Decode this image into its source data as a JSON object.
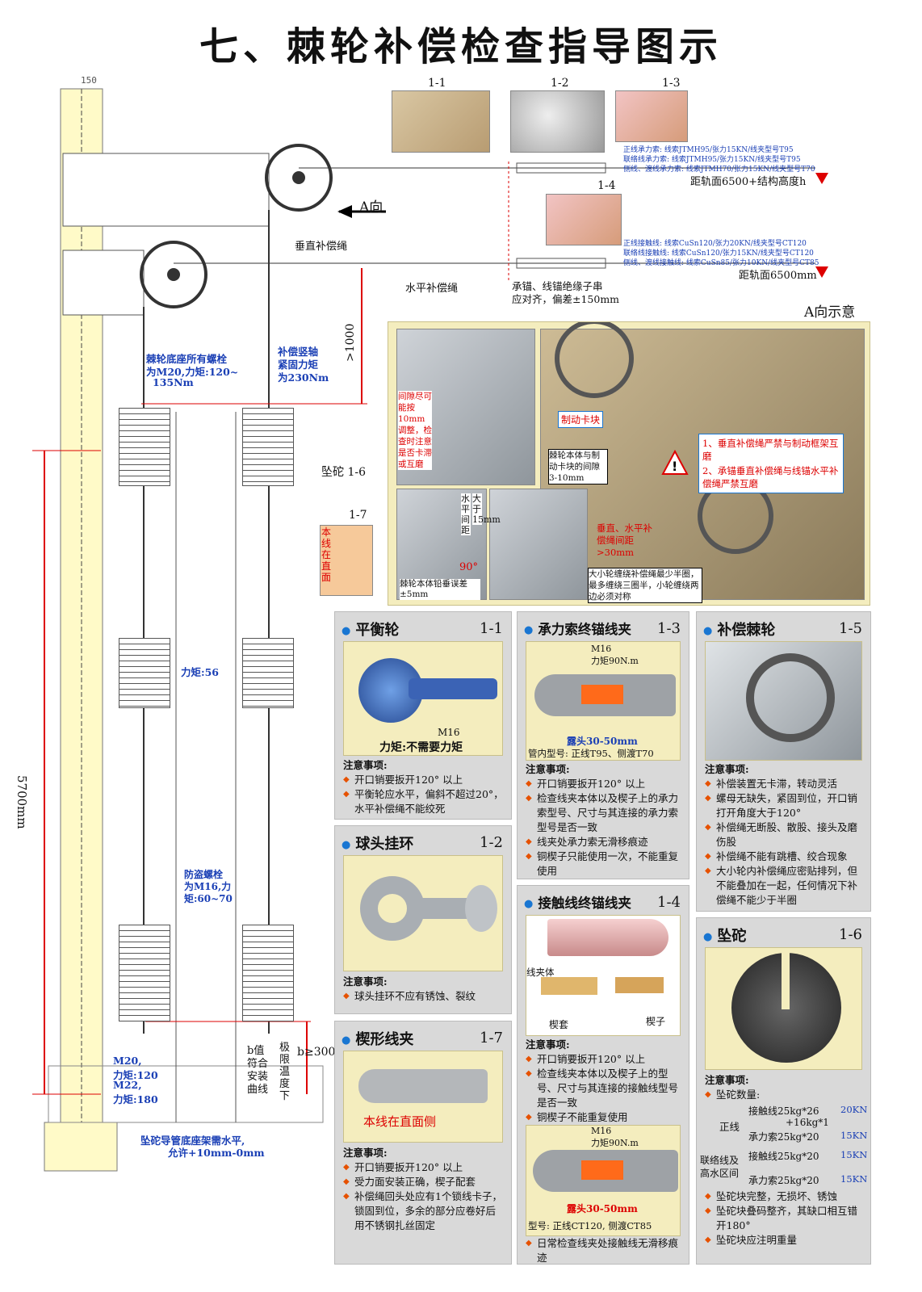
{
  "title": "七、棘轮补偿检查指导图示",
  "drawing": {
    "dim_150": "150",
    "direction_a": "A向",
    "vertical_rope": "垂直补偿绳",
    "horizontal_rope": "水平补偿绳",
    "dist_top": "距轨面6500+结构高度h",
    "dist_bottom": "距轨面6500mm",
    "insulator_note_line1": "承锚、线锚绝缘子串",
    "insulator_note_line2": "应对齐，偏差±150mm",
    "view_a": "A向示意",
    "dim_1000": ">1000",
    "base_bolts_line1": "棘轮底座所有螺栓",
    "base_bolts_line2": "为M20,力矩:120~",
    "base_bolts_line3": "135Nm",
    "shaft_line1": "补偿竖轴",
    "shaft_line2": "紧固力矩",
    "shaft_line3": "为230Nm",
    "weight_label": "坠砣 1-6",
    "torque_56": "力矩:56",
    "anti_theft_line1": "防盗螺栓",
    "anti_theft_line2": "为M16,力",
    "anti_theft_line3": "矩:60~70",
    "dim_5700": "5700mm",
    "m20_line1": "M20,",
    "m20_line2": "力矩:120",
    "m22_line1": "M22,",
    "m22_line2": "力矩:180",
    "b_value_line1": "b值",
    "b_value_line2": "符合",
    "b_value_line3": "安装",
    "b_value_line4": "曲线",
    "extreme_temp": "极限温度下",
    "b_dim": "b≥300",
    "guide_pipe_line1": "坠砣导管底座架需水平,",
    "guide_pipe_line2": "允许+10mm-0mm",
    "label_1_7_note": "本线在直面",
    "label_1_1": "1-1",
    "label_1_2": "1-2",
    "label_1_3": "1-3",
    "label_1_4": "1-4",
    "label_1_7": "1-7",
    "cable_top_line1": "正线承力索: 线索JTMH95/张力15KN/线夹型号T95",
    "cable_top_line2": "联络线承力索: 线索JTMH95/张力15KN/线夹型号T95",
    "cable_top_line3": "侧线、渡线承力索: 线索JTMH70/张力15KN/线夹型号T70",
    "cable_bot_line1": "正线接触线: 线索CuSn120/张力20KN/线夹型号CT120",
    "cable_bot_line2": "联络线接触线: 线索CuSn120/张力15KN/线夹型号CT120",
    "cable_bot_line3": "侧线、渡线接触线: 线索CuSn85/张力10KN/线夹型号CT85"
  },
  "a_view": {
    "gap_note": "间隙尽可能按10mm调整，检查时注意是否卡滞或互磨",
    "brake_block": "制动卡块",
    "body_gap": "棘轮本体与制动卡块的间隙3-10mm",
    "warn1": "1、垂直补偿绳严禁与制动框架互磨",
    "warn2": "2、承锚垂直补偿绳与线锚水平补偿绳严禁互磨",
    "horiz_gap_line1": "水平间距",
    "horiz_gap_line2": "大于15mm",
    "angle": "90°",
    "vertical_err": "棘轮本体铅垂误差±5mm",
    "vh_gap": "垂直、水平补偿绳间距>30mm",
    "wrap_note": "大小轮缠绕补偿绳最少半圈，最多缠绕三圈半，小轮缠绕两边必须对称"
  },
  "panels": {
    "p11": {
      "title": "平衡轮",
      "num": "1-1",
      "img_m16": "M16",
      "img_torque": "力矩:不需要力矩",
      "notes_head": "注意事项:",
      "notes": [
        "开口销要扳开120° 以上",
        "平衡轮应水平，偏斜不超过20°，水平补偿绳不能绞死"
      ]
    },
    "p12": {
      "title": "球头挂环",
      "num": "1-2",
      "notes_head": "注意事项:",
      "notes": [
        "球头挂环不应有锈蚀、裂纹"
      ]
    },
    "p17": {
      "title": "楔形线夹",
      "num": "1-7",
      "img_note": "本线在直面侧",
      "notes_head": "注意事项:",
      "notes": [
        "开口销要扳开120° 以上",
        "受力面安装正确，楔子配套",
        "补偿绳回头处应有1个锁线卡子，锁固到位，多余的部分应卷好后用不锈钢扎丝固定"
      ]
    },
    "p13": {
      "title": "承力索终锚线夹",
      "num": "1-3",
      "img_m16": "M16",
      "img_torque": "力矩90N.m",
      "img_expose": "露头30-50mm",
      "img_type": "管内型号: 正线T95、侧渡T70",
      "notes_head": "注意事项:",
      "notes": [
        "开口销要扳开120° 以上",
        "检查线夹本体以及楔子上的承力索型号、尺寸与其连接的承力索型号是否一致",
        "线夹处承力索无滑移痕迹",
        "铜楔子只能使用一次，不能重复使用"
      ]
    },
    "p14": {
      "title": "接触线终锚线夹",
      "num": "1-4",
      "img_body": "线夹体",
      "img_sleeve": "楔套",
      "img_wedge": "楔子",
      "notes_head": "注意事项:",
      "notes": [
        "开口销要扳开120° 以上",
        "检查线夹本体以及楔子上的型号、尺寸与其连接的接触线型号是否一致",
        "铜楔子不能重复使用"
      ],
      "img2_m16": "M16",
      "img2_torque": "力矩90N.m",
      "img2_expose": "露头30-50mm",
      "img2_type": "型号: 正线CT120, 侧渡CT85",
      "notes2": [
        "日常检查线夹处接触线无滑移痕迹"
      ]
    },
    "p15": {
      "title": "补偿棘轮",
      "num": "1-5",
      "notes_head": "注意事项:",
      "notes": [
        "补偿装置无卡滞，转动灵活",
        "螺母无缺失，紧固到位，开口销打开角度大于120°",
        "补偿绳无断股、散股、接头及磨伤股",
        "补偿绳不能有跳槽、绞合现象",
        "大小轮内补偿绳应密贴排列，但不能叠加在一起，任何情况下补偿绳不能少于半圈"
      ]
    },
    "p16": {
      "title": "坠砣",
      "num": "1-6",
      "notes_head": "注意事项:",
      "count_head": "坠砣数量:",
      "main_line": "正线",
      "main_a": "接触线25kg*26",
      "main_a_kn": "20KN",
      "main_b": "+16kg*1",
      "main_c": "承力索25kg*20",
      "main_c_kn": "15KN",
      "link_line": "联络线及高水区间",
      "link_a": "接触线25kg*20",
      "link_a_kn": "15KN",
      "link_c": "承力索25kg*20",
      "link_c_kn": "15KN",
      "notes": [
        "坠砣块完整，无损坏、锈蚀",
        "坠砣块叠码整齐，其缺口相互错开180°",
        "坠砣块应注明重量"
      ]
    }
  }
}
